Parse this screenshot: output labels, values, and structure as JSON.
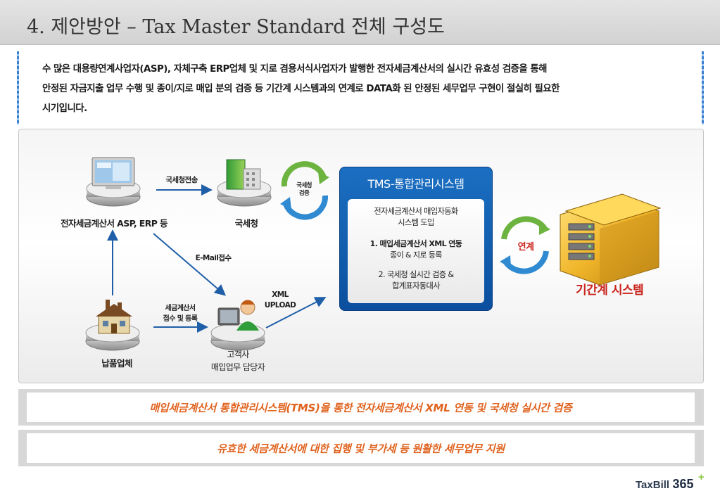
{
  "header": {
    "title": "4. 제안방안 – Tax Master Standard 전체 구성도"
  },
  "intro": {
    "lines": [
      "수 많은 대용량연계사업자(ASP), 자체구축 ERP업체 및 지로 겸용서식사업자가 발행한 전자세금계산서의 실시간 유효성 검증을 통해",
      "안정된 자금지출 업무 수행 및 종이/지로 매입 분의 검증 등 기간계 시스템과의 연계로 DATA화 된 안정된 세무업무 구현이 절실히 필요한",
      "시기입니다."
    ]
  },
  "diagram": {
    "asp_label": "전자세금계산서 ASP, ERP 등",
    "nts_label": "국세청",
    "nts_transfer_label": "국세청전송",
    "verify_label_1": "국세청",
    "verify_label_2": "검증",
    "email_label": "E-Mail접수",
    "supplier_label": "납품업체",
    "invoice_receive_1": "세금계산서",
    "invoice_receive_2": "접수 및 등록",
    "xml_label_1": "XML",
    "xml_label_2": "UPLOAD",
    "customer_label_1": "고객사",
    "customer_label_2": "매입업무 담당자",
    "tms": {
      "title": "TMS-통합관리시스템",
      "item1_line1": "전자세금계산서 매입자동화",
      "item1_line2": "시스템 도입",
      "item2_line1": "1. 매입세금계산서 XML 연동",
      "item2_line2": "종이 & 지로 등록",
      "item3_line1": "2. 국세청 실시간 검증 &",
      "item3_line2": "합계표자동대사"
    },
    "link_label": "연계",
    "system_label": "기간계 시스템"
  },
  "banners": [
    "매입세금계산서 통합관리시스템(TMS)을 통한 전자세금계산서 XML 연동 및 국세청 실시간 검증",
    "유효한 세금계산서에 대한 집행 및 부가세 등 원활한 세무업무 지원"
  ],
  "logo": {
    "name": "TaxBill",
    "number": "365",
    "plus": "+"
  },
  "colors": {
    "accent_blue": "#0b5bb0",
    "banner_orange": "#e0631f",
    "system_red": "#c9231b",
    "arrow_blue": "#1f5fa8",
    "cycle_green": "#6cb33f"
  }
}
